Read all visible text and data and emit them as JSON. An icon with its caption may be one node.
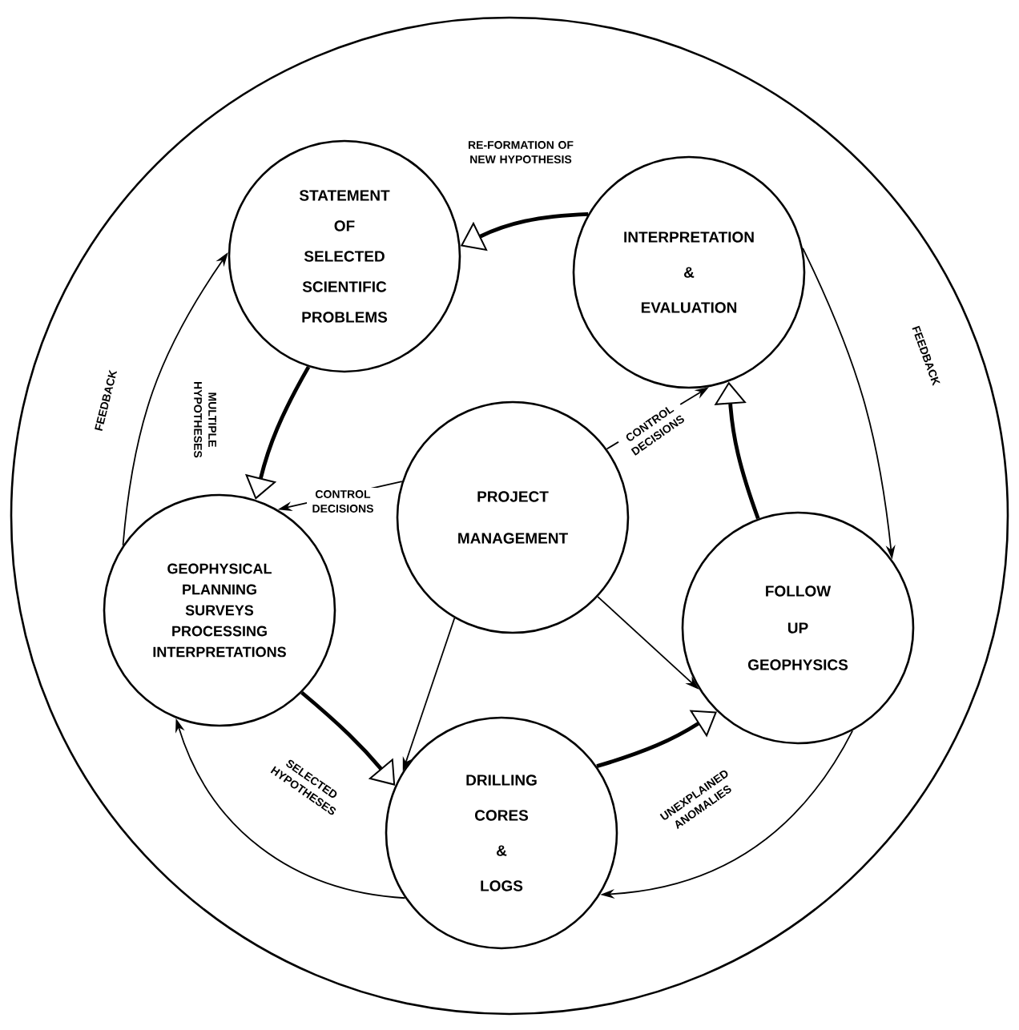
{
  "diagram": {
    "nodes": [
      {
        "text": [],
        "shape": "circle"
      },
      {
        "text": [
          "STATEMENT OF SELECTED SCIENTIFIC PROBLEMS"
        ],
        "in": 0
      },
      {
        "text": [
          "INTERPRETATION & EVALUATION"
        ],
        "in": 0
      },
      {
        "text": [
          "PROJECT MANAGEMENT"
        ],
        "in": 0
      },
      {
        "text": [
          "GEOPHYSICAL PLANNING SURVEYS PROCESSING INTERPRETATIONS"
        ],
        "in": 0
      },
      {
        "text": [
          "FOLLOW UP GEOPHYSICS"
        ],
        "in": 0
      },
      {
        "text": [
          "DRILLING CORES & LOGS"
        ],
        "in": 0
      }
    ],
    "edges": [
      {
        "from": 2,
        "to": 1,
        "arrow": "to",
        "style": "thick",
        "label": "RE-FORMATION OF NEW HYPOTHESIS"
      },
      {
        "from": 1,
        "to": 4,
        "arrow": "to",
        "style": "thick",
        "label": "MULTIPLE HYPOTHESES"
      },
      {
        "from": 4,
        "to": 1,
        "arrow": "to",
        "label": "FEEDBACK"
      },
      {
        "from": 3,
        "to": 4,
        "arrow": "to",
        "label": "CONTROL DECISIONS"
      },
      {
        "from": 3,
        "to": 2,
        "arrow": "to",
        "label": "CONTROL DECISIONS"
      },
      {
        "from": 2,
        "to": 5,
        "arrow": "to",
        "label": "FEEDBACK"
      },
      {
        "from": 5,
        "to": 2,
        "arrow": "to",
        "style": "thick"
      },
      {
        "from": 4,
        "to": 6,
        "arrow": "to",
        "style": "thick"
      },
      {
        "from": 3,
        "to": 6,
        "arrow": "to"
      },
      {
        "from": 3,
        "to": 5,
        "arrow": "to"
      },
      {
        "from": 6,
        "to": 5,
        "arrow": "to",
        "style": "thick"
      },
      {
        "from": 5,
        "to": 6,
        "arrow": "to",
        "label": "UNEXPLAINED ANOMALIES"
      },
      {
        "from": 6,
        "to": 4,
        "arrow": "to",
        "label": "SELECTED HYPOTHESES"
      }
    ]
  }
}
